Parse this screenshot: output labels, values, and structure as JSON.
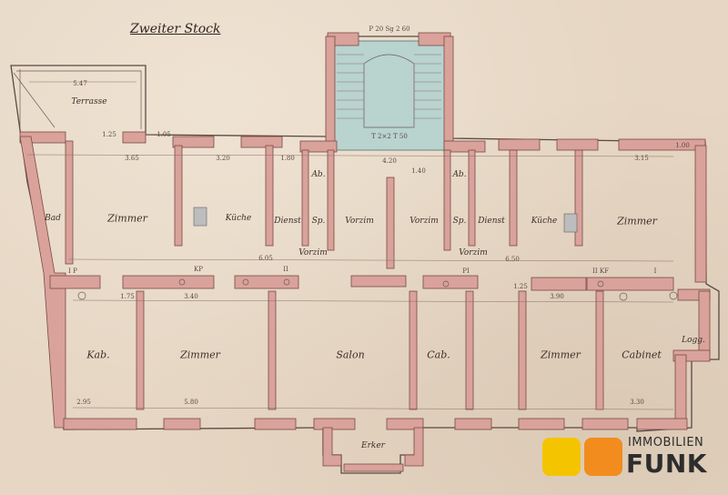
{
  "plan": {
    "title": "Zweiter Stock",
    "rooms": {
      "terrasse": "Terrasse",
      "bad": "Bad",
      "zimmer_left": "Zimmer",
      "kuche_left": "Küche",
      "dienst_left": "Dienst",
      "sp_left": "Sp.",
      "ab_left": "Ab.",
      "vorzim_left": "Vorzim",
      "vorzim_right": "Vorzim",
      "vorzim_hall_left": "Vorzim",
      "vorzim_hall_right": "Vorzim",
      "ab_right": "Ab.",
      "sp_right": "Sp.",
      "dienst_right": "Dienst",
      "kuche_right": "Küche",
      "zimmer_right": "Zimmer",
      "kab": "Kab.",
      "zimmer_bottom_left": "Zimmer",
      "salon": "Salon",
      "cab": "Cab.",
      "zimmer_bottom_right": "Zimmer",
      "cabinet": "Cabinet",
      "loggia": "Logg.",
      "erker": "Erker"
    },
    "annotations": {
      "stair_width": "P 20 Sg 2 60",
      "stair_label": "T 2×2 T 50",
      "marks": [
        "I P",
        "KP",
        "II",
        "PI",
        "II KF",
        "I"
      ]
    },
    "dimensions": [
      "5.47",
      "1.25",
      "1.05",
      "3.20",
      "1.80",
      "4.20",
      "1.40",
      "3.65",
      "3.15",
      "1.00",
      "6.05",
      "1.75",
      "3.40",
      "5.80",
      "3.90",
      "3.30",
      "2.95",
      "1.25",
      "6.50"
    ]
  },
  "brand": {
    "top": "IMMOBILIEN",
    "name": "FUNK",
    "colors": {
      "yellow": "#f5c400",
      "orange": "#f28c1e"
    }
  }
}
